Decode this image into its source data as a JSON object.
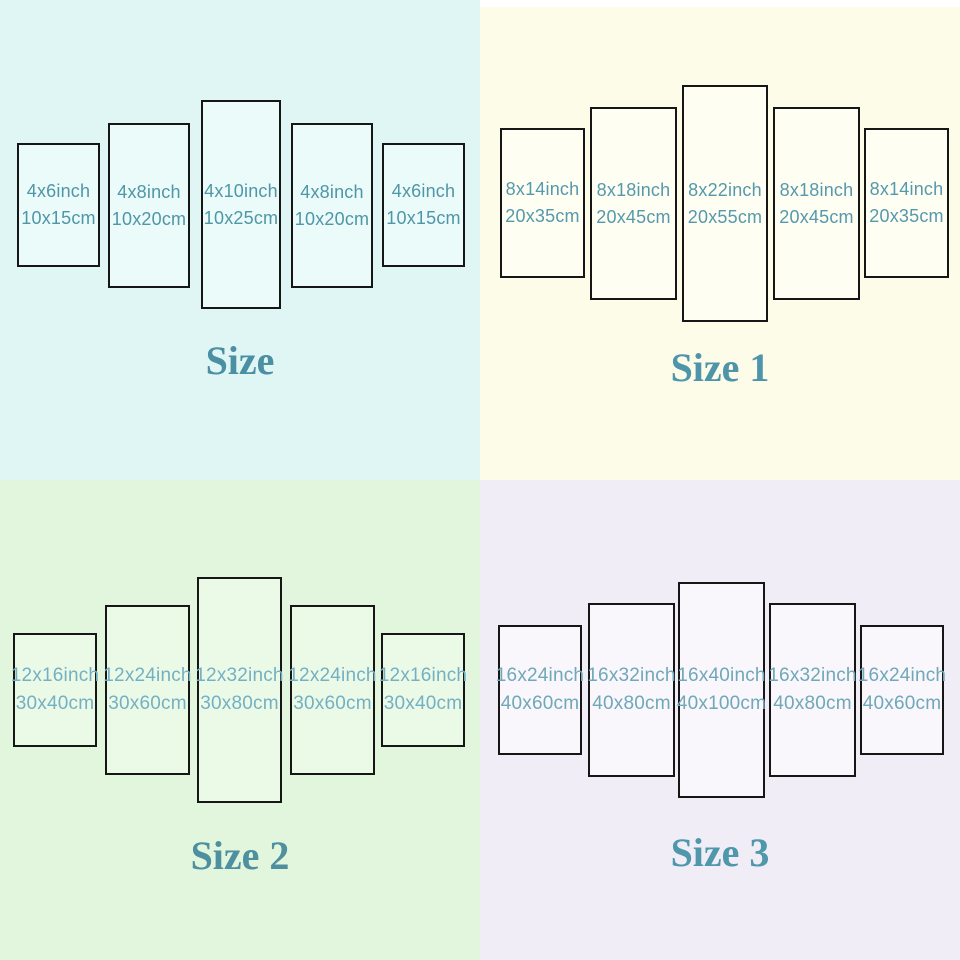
{
  "board": {
    "background": "#ffffff",
    "border_color": "#161616"
  },
  "quadrants": [
    {
      "title": "Size",
      "bg": "#dff6f5",
      "panel_fill": "#eafbfa",
      "text_color": "#4f96a8",
      "title_color": "#4b8fa2",
      "panels": [
        {
          "inch": "4x6inch",
          "cm": "10x15cm"
        },
        {
          "inch": "4x8inch",
          "cm": "10x20cm"
        },
        {
          "inch": "4x10inch",
          "cm": "10x25cm"
        },
        {
          "inch": "4x8inch",
          "cm": "10x20cm"
        },
        {
          "inch": "4x6inch",
          "cm": "10x15cm"
        }
      ]
    },
    {
      "title": "Size 1",
      "bg": "#fdfce9",
      "panel_fill": "#fffef2",
      "text_color": "#5599ad",
      "title_color": "#4f95a9",
      "panels": [
        {
          "inch": "8x14inch",
          "cm": "20x35cm"
        },
        {
          "inch": "8x18inch",
          "cm": "20x45cm"
        },
        {
          "inch": "8x22inch",
          "cm": "20x55cm"
        },
        {
          "inch": "8x18inch",
          "cm": "20x45cm"
        },
        {
          "inch": "8x14inch",
          "cm": "20x35cm"
        }
      ]
    },
    {
      "title": "Size 2",
      "bg": "#e2f6dd",
      "panel_fill": "#ebfae6",
      "text_color": "#74b0c4",
      "title_color": "#4e8fa0",
      "panels": [
        {
          "inch": "12x16inch",
          "cm": "30x40cm"
        },
        {
          "inch": "12x24inch",
          "cm": "30x60cm"
        },
        {
          "inch": "12x32inch",
          "cm": "30x80cm"
        },
        {
          "inch": "12x24inch",
          "cm": "30x60cm"
        },
        {
          "inch": "12x16inch",
          "cm": "30x40cm"
        }
      ]
    },
    {
      "title": "Size 3",
      "bg": "#f1edf7",
      "panel_fill": "#f9f6fc",
      "text_color": "#6fa8b8",
      "title_color": "#4f97ab",
      "panels": [
        {
          "inch": "16x24inch",
          "cm": "40x60cm"
        },
        {
          "inch": "16x32inch",
          "cm": "40x80cm"
        },
        {
          "inch": "16x40inch",
          "cm": "40x100cm"
        },
        {
          "inch": "16x32inch",
          "cm": "40x80cm"
        },
        {
          "inch": "16x24inch",
          "cm": "40x60cm"
        }
      ]
    }
  ]
}
